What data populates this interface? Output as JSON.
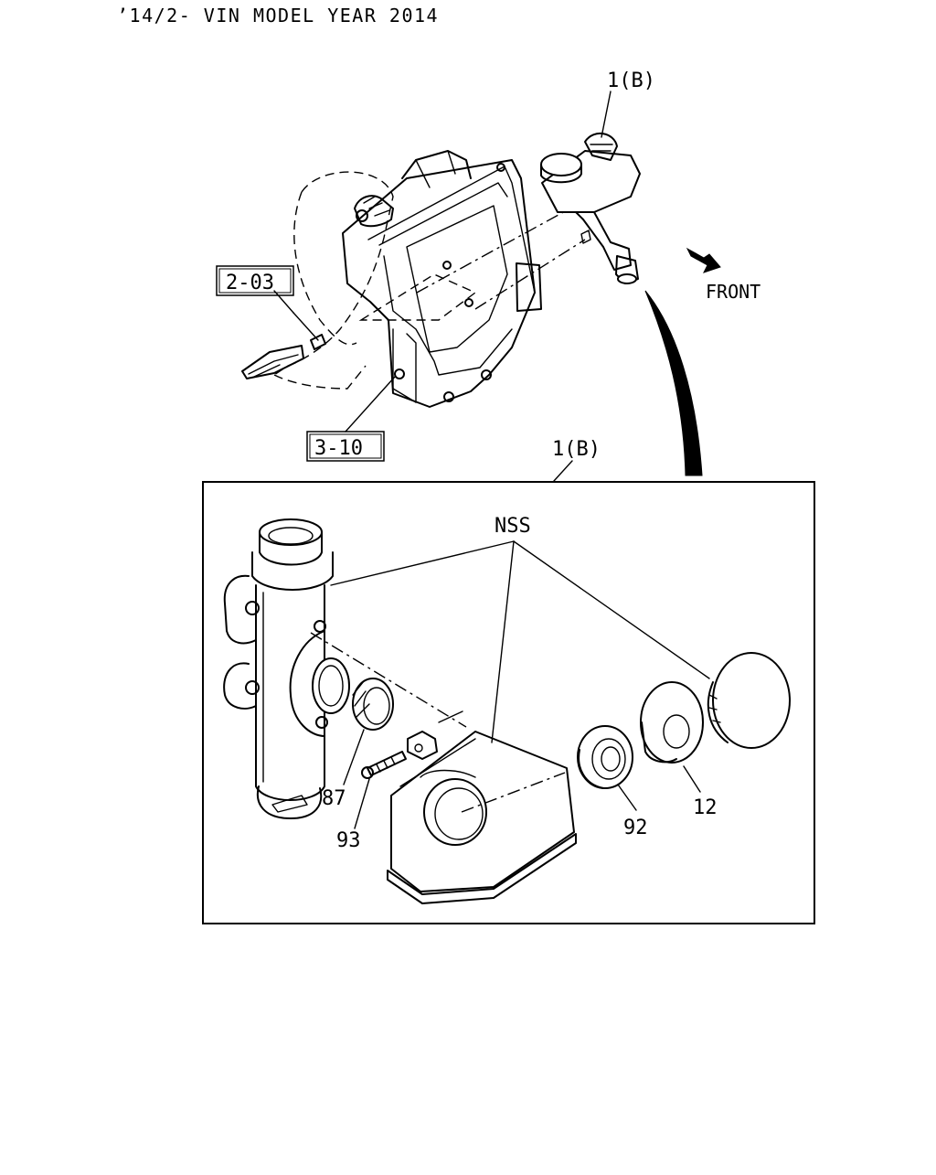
{
  "header": {
    "title": "’14/2- VIN MODEL YEAR 2014"
  },
  "labels": {
    "assembly_top": "1(B)",
    "assembly_detail": "1(B)",
    "ref_box_1": "2-03",
    "ref_box_2": "3-10",
    "direction": "FRONT",
    "nss": "NSS",
    "part_87": "87",
    "part_93": "93",
    "part_92": "92",
    "part_12": "12"
  }
}
